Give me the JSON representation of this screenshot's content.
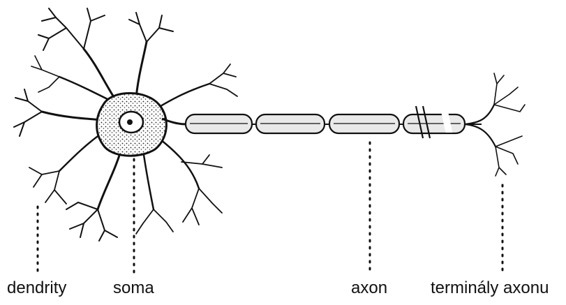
{
  "labels": {
    "dendrites": "dendrity",
    "soma": "soma",
    "axon": "axon",
    "axon_terminals": "terminály axonu"
  },
  "colors": {
    "ink": "#111111",
    "background": "#ffffff",
    "myelin_fill": "#e9e9e9"
  }
}
